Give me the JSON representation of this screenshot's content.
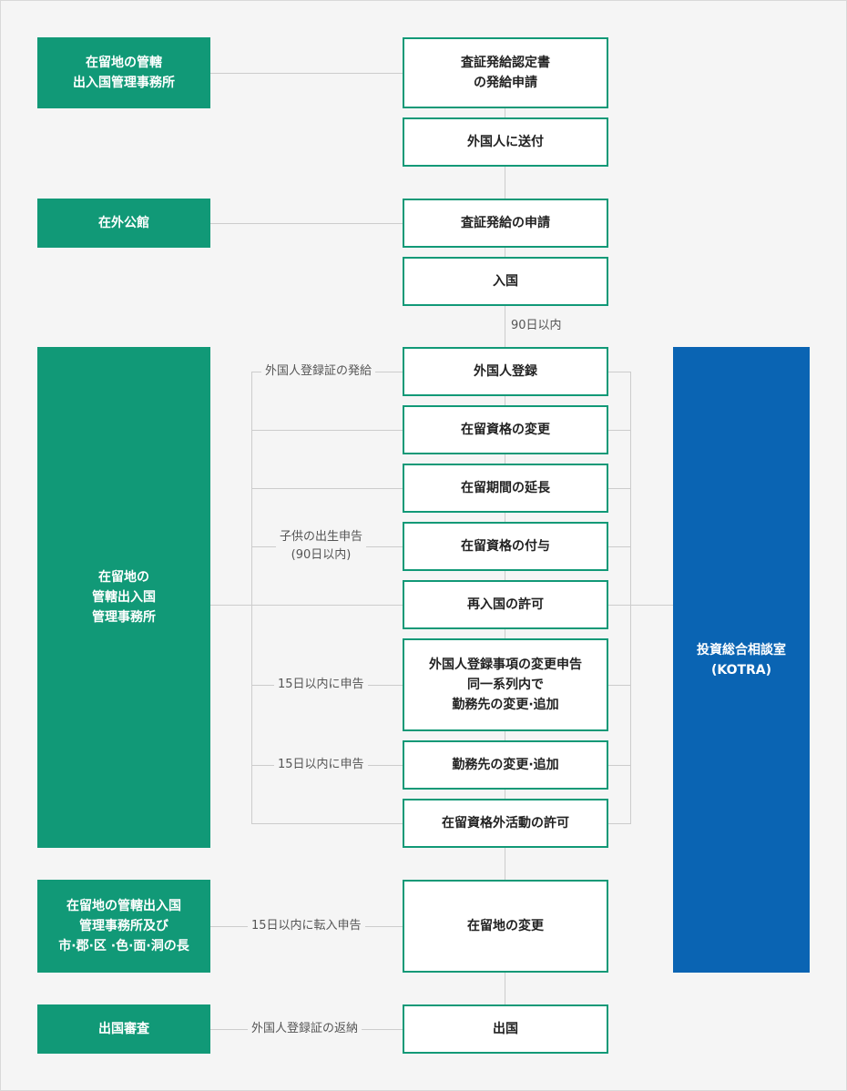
{
  "left_boxes": [
    "在留地の管轄\n出入国管理事務所",
    "在外公館",
    "在留地の\n管轄出入国\n管理事務所",
    "在留地の管轄出入国\n管理事務所及び\n市·郡·区 ·色·面·洞の長",
    "出国審査"
  ],
  "center_boxes": [
    "査証発給認定書\nの発給申請",
    "外国人に送付",
    "査証発給の申請",
    "入国",
    "外国人登録",
    "在留資格の変更",
    "在留期間の延長",
    "在留資格の付与",
    "再入国の許可",
    "外国人登録事項の変更申告\n同一系列内で\n勤務先の変更·追加",
    "勤務先の変更·追加",
    "在留資格外活動の許可",
    "在留地の変更",
    "出国"
  ],
  "right_box": "投資総合相談室\n(KOTRA)",
  "labels": {
    "ninety_days": "90日以内",
    "registration_issue": "外国人登録証の発給",
    "child_birth": "子供の出生申告\n(90日以内)",
    "within15_a": "15日以内に申告",
    "within15_b": "15日以内に申告",
    "transfer": "15日以内に転入申告",
    "return_card": "外国人登録証の返納"
  },
  "colors": {
    "green": "#119977",
    "blue": "#0a64b3",
    "line": "#cccccc",
    "background": "#f5f5f5"
  }
}
